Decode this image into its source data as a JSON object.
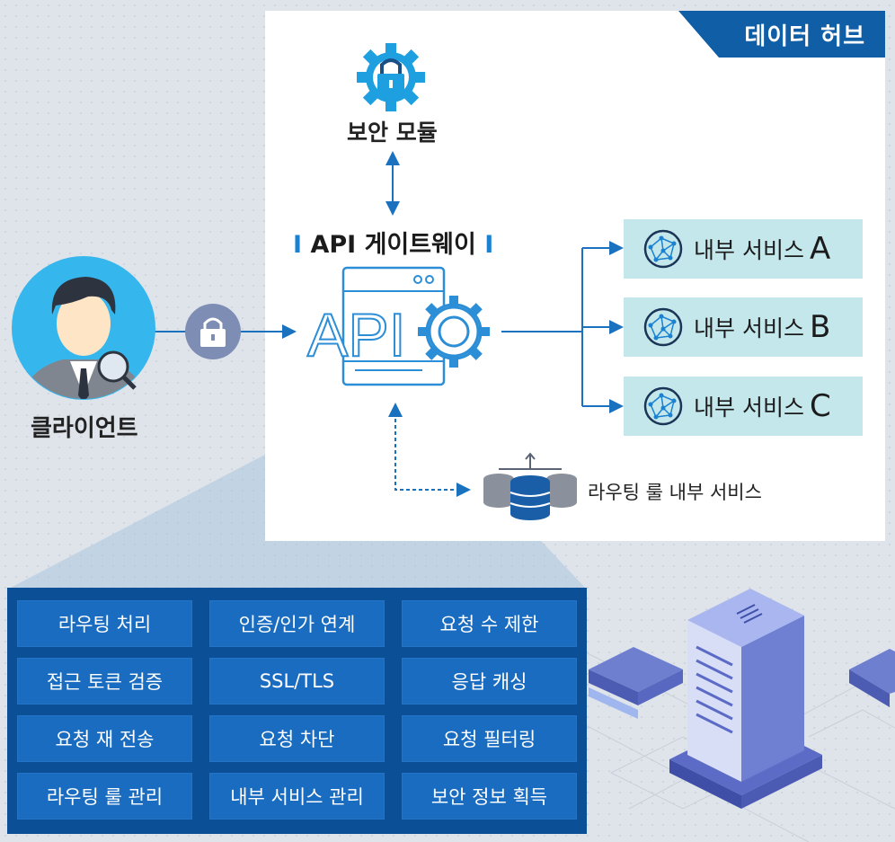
{
  "hub": {
    "badge": "데이터 허브"
  },
  "security_module": {
    "label": "보안 모듈",
    "icon": "gear-lock-icon"
  },
  "gateway": {
    "bar": "I",
    "label": "API 게이트웨이",
    "logo_text": "API"
  },
  "client": {
    "label": "클라이언트",
    "icon": "person-magnifier-icon"
  },
  "services": [
    {
      "label": "내부 서비스",
      "letter": "A",
      "icon": "network-globe-icon"
    },
    {
      "label": "내부 서비스",
      "letter": "B",
      "icon": "network-globe-icon"
    },
    {
      "label": "내부 서비스",
      "letter": "C",
      "icon": "network-globe-icon"
    }
  ],
  "routing": {
    "label": "라우팅 룰 내부 서비스",
    "icon": "database-icon"
  },
  "features": [
    "라우팅 처리",
    "인증/인가 연계",
    "요청 수 제한",
    "접근 토큰 검증",
    "SSL/TLS",
    "응답 캐싱",
    "요청 재 전송",
    "요청 차단",
    "요청 필터링",
    "라우팅 룰 관리",
    "내부 서비스 관리",
    "보안 정보 획득"
  ],
  "colors": {
    "primary": "#0f5ea6",
    "accent": "#1a82d0",
    "service_bg": "#c4e7ec",
    "panel": "#0b4f97",
    "cell": "#1a6cc1"
  }
}
